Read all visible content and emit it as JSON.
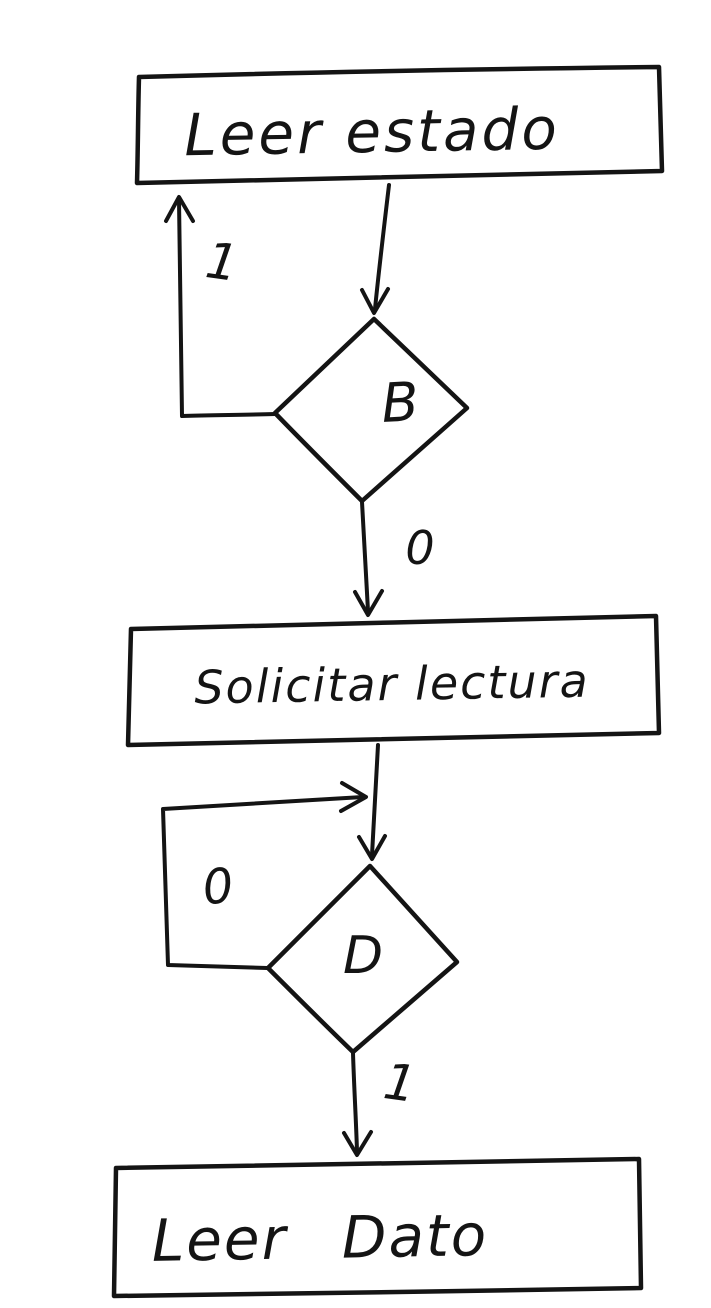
{
  "diagram": {
    "background": "#ffffff",
    "ink": "#141414",
    "nodes": {
      "read_status": {
        "label": "Leer estado",
        "shape": "rectangle"
      },
      "decision_b": {
        "label": "B",
        "shape": "diamond"
      },
      "request_read": {
        "label": "Solicitar lectura",
        "shape": "rectangle"
      },
      "decision_d": {
        "label": "D",
        "shape": "diamond"
      },
      "read_data": {
        "label": "Leer Dato",
        "shape": "rectangle"
      }
    },
    "edges": {
      "b_to_read_status": {
        "label": "1"
      },
      "b_to_request_read": {
        "label": "0"
      },
      "d_loop_back": {
        "label": "0"
      },
      "d_to_read_data": {
        "label": "1"
      }
    }
  }
}
